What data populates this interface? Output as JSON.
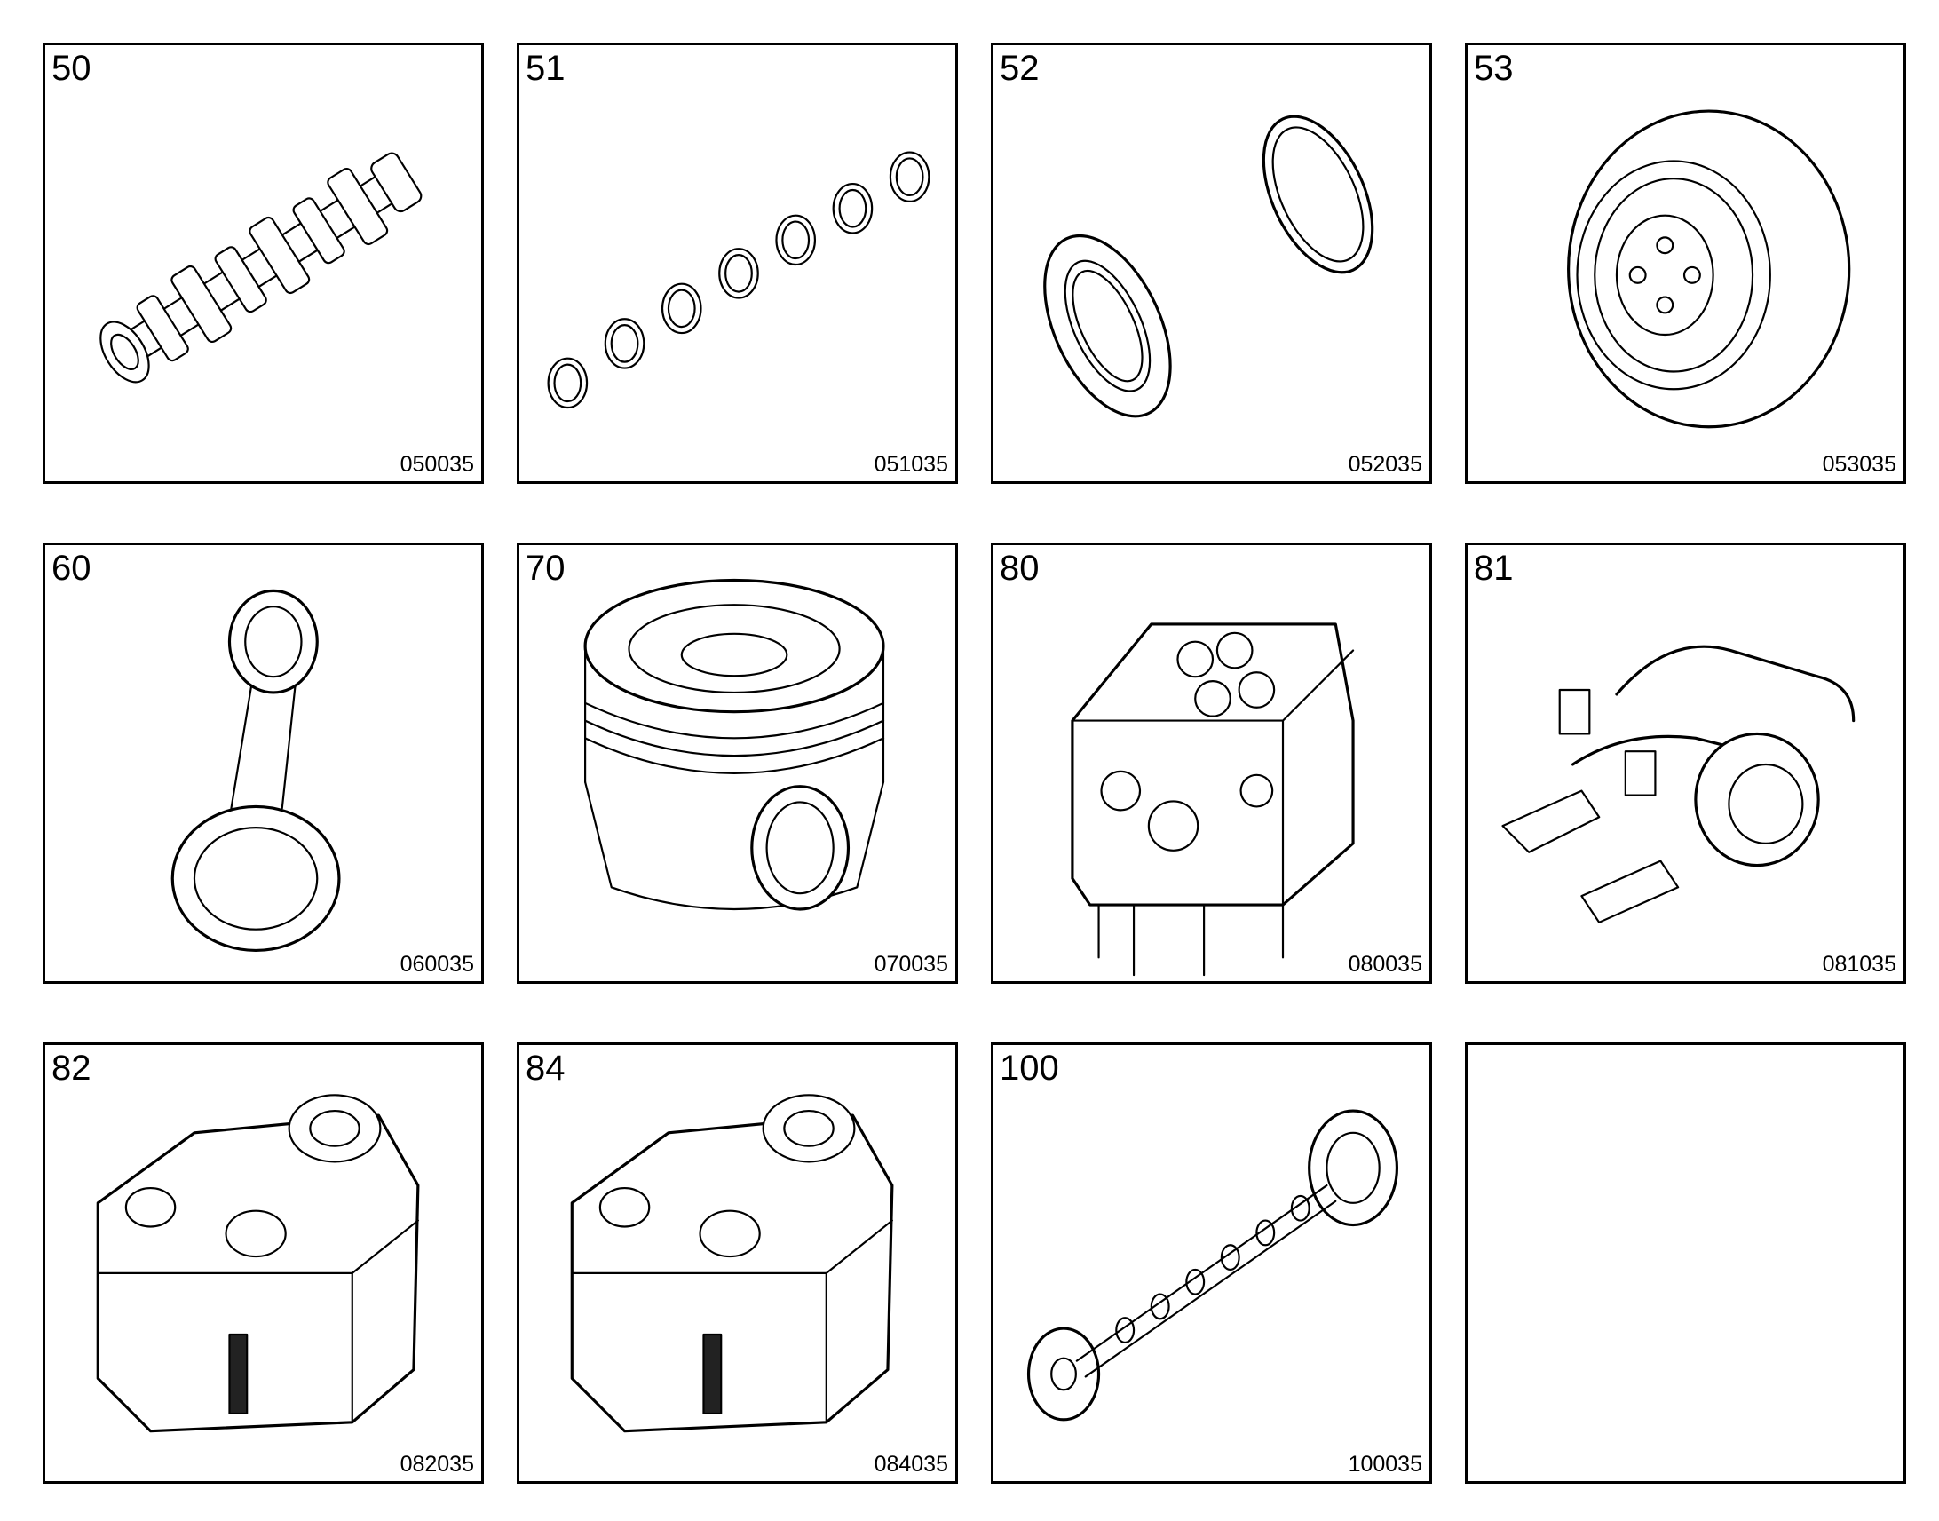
{
  "tiles": [
    {
      "number": "50",
      "code": "050035",
      "icon": "crankshaft-icon"
    },
    {
      "number": "51",
      "code": "051035",
      "icon": "bearing-shells-icon"
    },
    {
      "number": "52",
      "code": "052035",
      "icon": "seal-housing-icon"
    },
    {
      "number": "53",
      "code": "053035",
      "icon": "vibration-damper-icon"
    },
    {
      "number": "60",
      "code": "060035",
      "icon": "connecting-rod-icon"
    },
    {
      "number": "70",
      "code": "070035",
      "icon": "piston-icon"
    },
    {
      "number": "80",
      "code": "080035",
      "icon": "cylinder-head-icon"
    },
    {
      "number": "81",
      "code": "081035",
      "icon": "rocker-arm-icon"
    },
    {
      "number": "82",
      "code": "082035",
      "icon": "cylinder-head-cover-icon"
    },
    {
      "number": "84",
      "code": "084035",
      "icon": "cylinder-head-cover-icon"
    },
    {
      "number": "100",
      "code": "100035",
      "icon": "camshaft-icon"
    },
    {
      "number": "",
      "code": "",
      "icon": ""
    }
  ]
}
